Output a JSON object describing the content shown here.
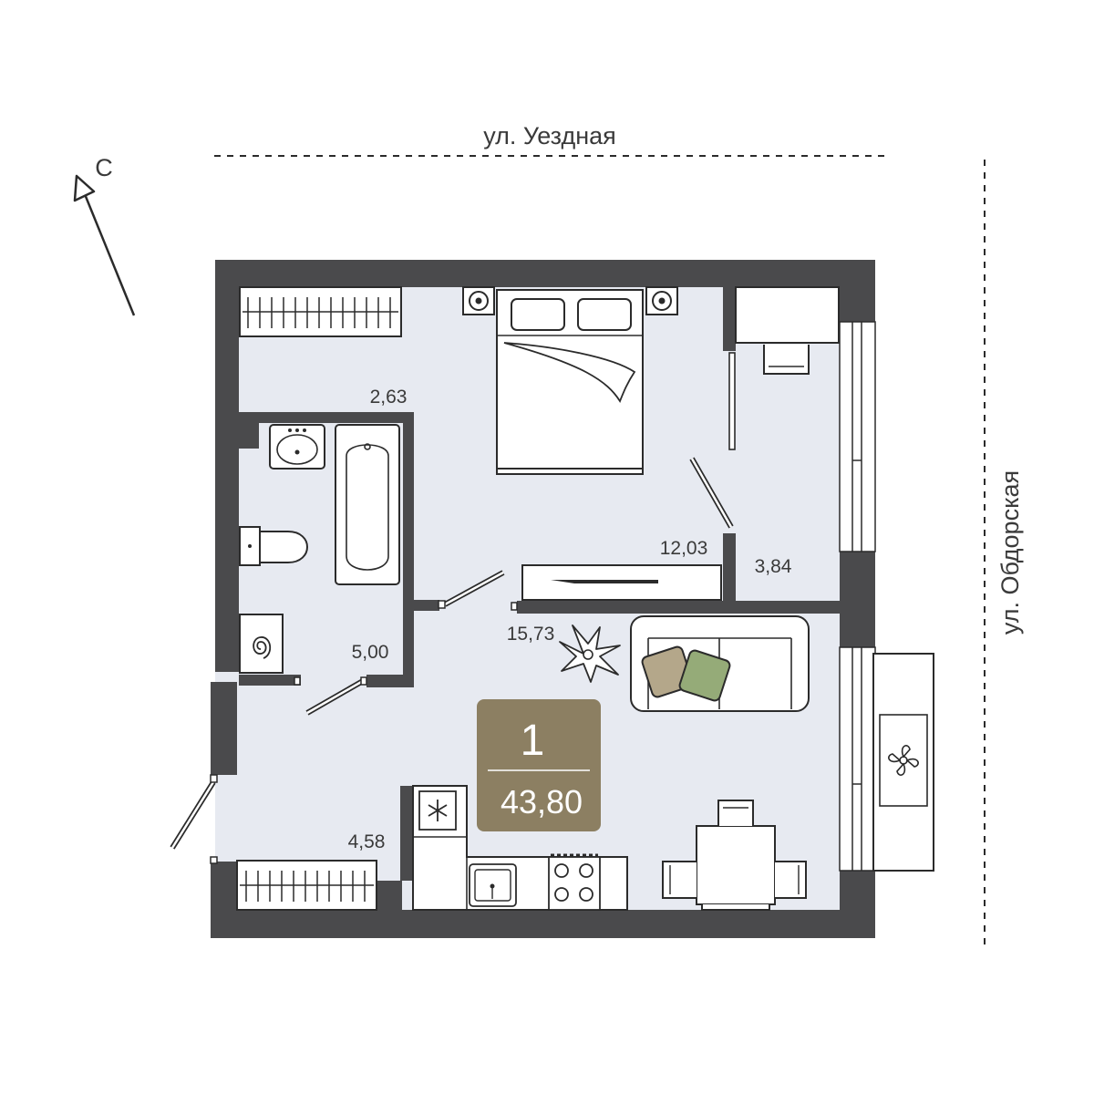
{
  "streets": {
    "top": "ул. Уездная",
    "right": "ул. Обдорская"
  },
  "compass": {
    "label": "С"
  },
  "rooms": {
    "wardrobe_top": "2,63",
    "bathroom": "5,00",
    "bedroom": "12,03",
    "study": "3,84",
    "living": "15,73",
    "hall": "4,58"
  },
  "apartment": {
    "rooms_count": "1",
    "total_area": "43,80"
  },
  "colors": {
    "wall": "#4a4a4c",
    "floor": "#e7eaf1",
    "badge": "#8c7f62",
    "pillow_brown": "#b4a78a",
    "pillow_green": "#95ab78"
  }
}
